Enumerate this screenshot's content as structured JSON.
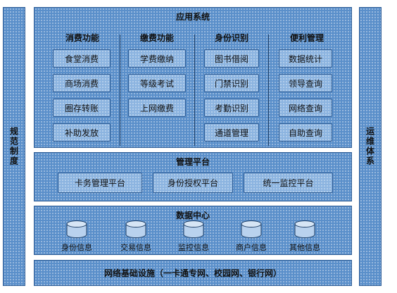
{
  "left_side": {
    "label": "规范制度"
  },
  "right_side": {
    "label": "运维体系"
  },
  "app_system": {
    "title": "应用系统",
    "columns": [
      {
        "title": "消费功能",
        "items": [
          "食堂消费",
          "商场消费",
          "圈存转账",
          "补助发放"
        ]
      },
      {
        "title": "缴费功能",
        "items": [
          "学费缴纳",
          "等级考试",
          "上网缴费"
        ]
      },
      {
        "title": "身份识别",
        "items": [
          "图书借阅",
          "门禁识别",
          "考勤识别",
          "通道管理"
        ]
      },
      {
        "title": "便利管理",
        "items": [
          "数据统计",
          "领导查询",
          "网络查询",
          "自助查询"
        ]
      }
    ]
  },
  "management_platform": {
    "title": "管理平台",
    "items": [
      "卡务管理平台",
      "身份授权平台",
      "统一监控平台"
    ]
  },
  "data_center": {
    "title": "数据中心",
    "databases": [
      "身份信息",
      "交易信息",
      "监控信息",
      "商户信息",
      "其他信息"
    ]
  },
  "infrastructure": {
    "label": "网络基础设施（一卡通专网、校园网、银行网）"
  },
  "colors": {
    "panel_fill": "#5a8fca",
    "button_fill": "#8cb4e0",
    "border": "#2f5d95"
  },
  "icons": {
    "database": "database-cylinder-icon"
  }
}
